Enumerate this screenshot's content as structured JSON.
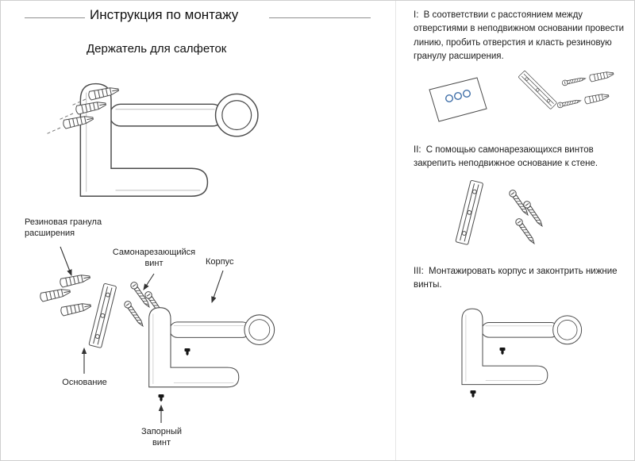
{
  "page": {
    "title": "Инструкция по монтажу",
    "subtitle": "Держатель для салфеток"
  },
  "exploded": {
    "labels": {
      "rubber_granule": "Резиновая гранула расширения",
      "self_tapping_screw": "Самонарезающийся винт",
      "body": "Корпус",
      "base": "Основание",
      "locking_screw": "Запорный винт"
    }
  },
  "steps": [
    {
      "numeral": "I:",
      "text": "В соответствии с расстоянием между отверстиями в неподвижном основании провести линию, пробить отверстия и класть резиновую гранулу расширения."
    },
    {
      "numeral": "II:",
      "text": "С помощью самонарезающихся винтов закрепить неподвижное основание к стене."
    },
    {
      "numeral": "III:",
      "text": "Монтажировать корпус и законтрить нижние винты."
    }
  ],
  "colors": {
    "line_art": "#4b4b4b",
    "template_hole": "#3f6fa8",
    "text": "#1d1d1d"
  }
}
